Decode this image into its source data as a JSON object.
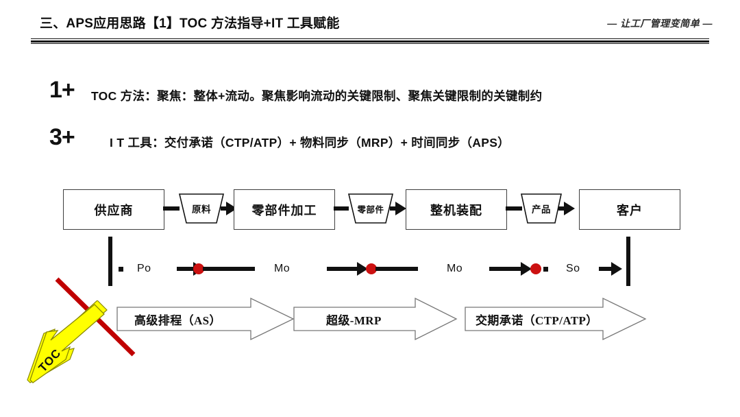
{
  "header": {
    "title": "三、APS应用思路【1】TOC 方法指导+IT 工具赋能",
    "tagline": "— 让工厂管理变简单 —"
  },
  "bullets": [
    {
      "num": "1+",
      "text": "TOC 方法：聚焦：整体+流动。聚焦影响流动的关键限制、聚焦关键限制的关键制约"
    },
    {
      "num": "3+",
      "text": "I T 工具：交付承诺（CTP/ATP）+ 物料同步（MRP）+ 时间同步（APS）"
    }
  ],
  "process": {
    "boxes": [
      {
        "label": "供应商"
      },
      {
        "label": "零部件加工"
      },
      {
        "label": "整机装配"
      },
      {
        "label": "客户"
      }
    ],
    "buffers": [
      {
        "label": "原料"
      },
      {
        "label": "零部件"
      },
      {
        "label": "产品"
      }
    ]
  },
  "timeline": {
    "markers": [
      {
        "label": "Po"
      },
      {
        "label": "Mo"
      },
      {
        "label": "Mo"
      },
      {
        "label": "So"
      }
    ],
    "dot_color": "#cc1111"
  },
  "chevrons": [
    {
      "label": "高级排程（AS）"
    },
    {
      "label": "超级-MRP"
    },
    {
      "label": "交期承诺（CTP/ATP）"
    }
  ],
  "callout": {
    "label": "TOC",
    "arrow_color": "#ffff00",
    "arrow_border": "#8a8a00",
    "line_color": "#c00000"
  }
}
